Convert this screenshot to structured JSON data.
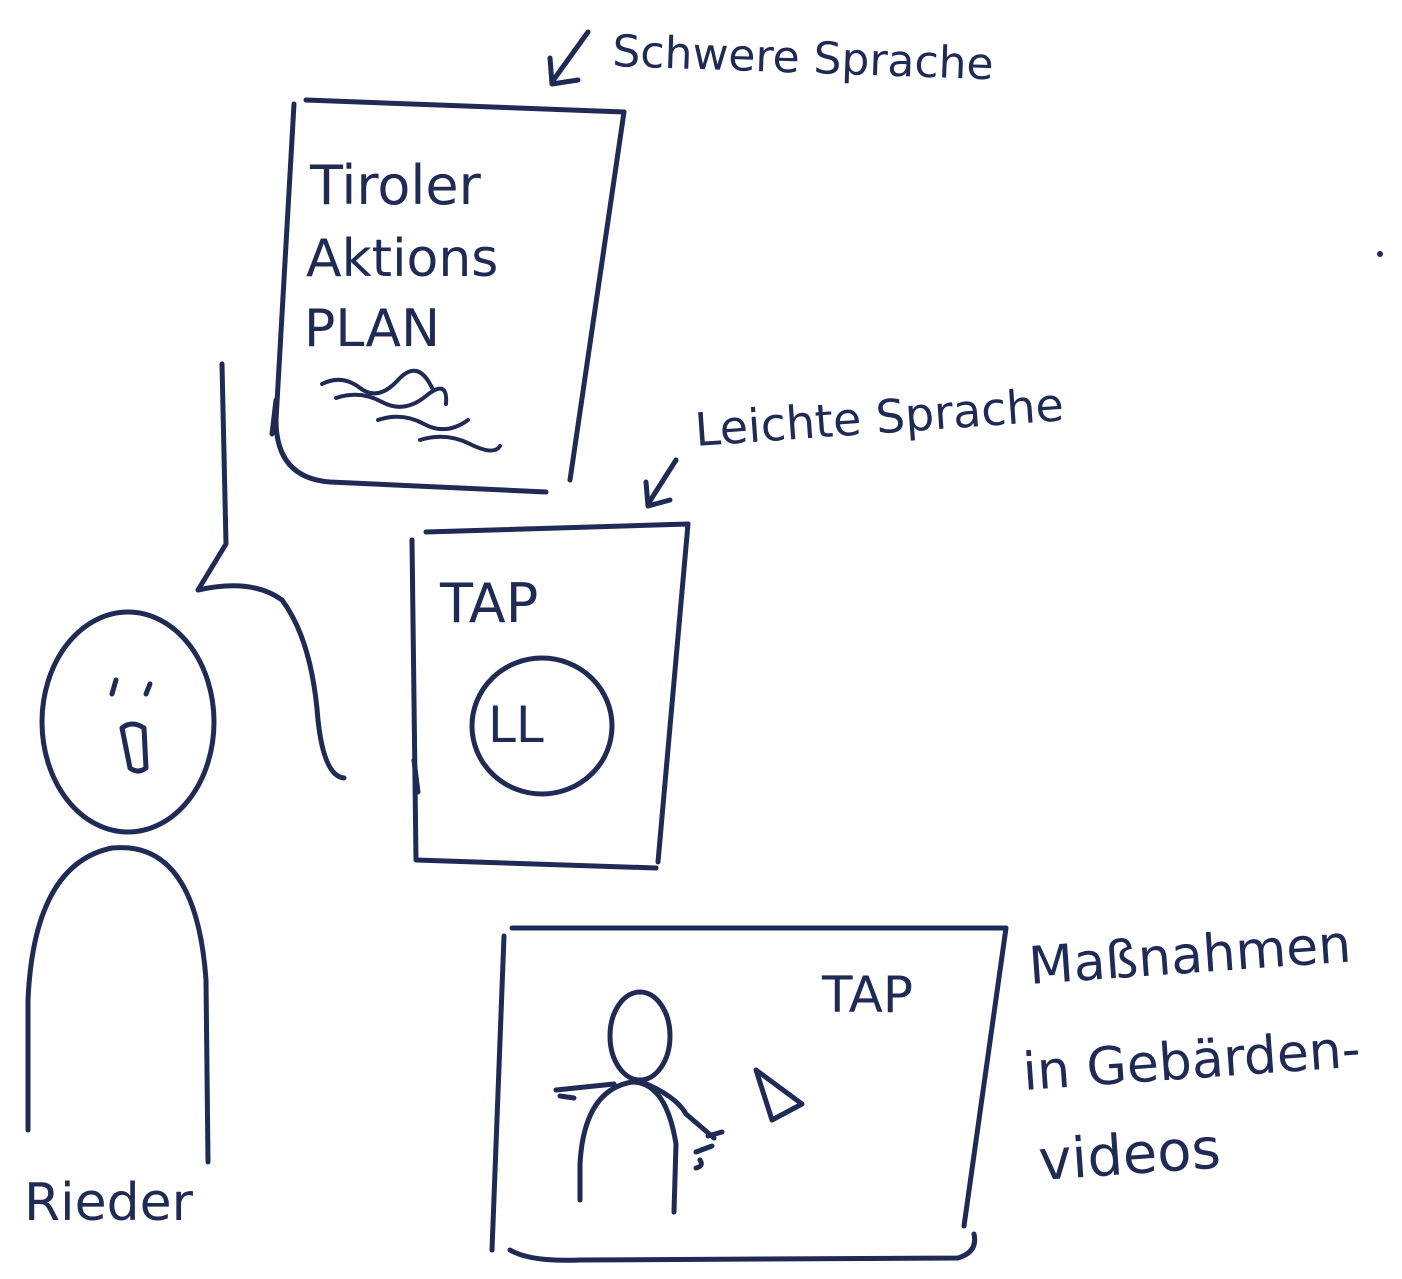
{
  "colors": {
    "ink": "#1f2a55",
    "paper": "#ffffff"
  },
  "labels": {
    "hard_language": "Schwere Sprache",
    "easy_language": "Leichte Sprache",
    "measures_line1": "Maßnahmen",
    "measures_line2": "in Gebärden-",
    "measures_line3": "videos",
    "person_name": "Rieder"
  },
  "hard_doc": {
    "line1": "Tiroler",
    "line2": "Aktions",
    "line3": "PLAN"
  },
  "easy_doc": {
    "title": "TAP",
    "badge": "LL"
  },
  "video": {
    "title": "TAP"
  },
  "icons": {
    "arrow_hard": "arrow-down-left-icon",
    "arrow_easy": "arrow-down-left-icon",
    "play": "play-icon",
    "signer": "person-signing-icon",
    "person": "person-figure-icon",
    "speech": "speech-bubble-icon"
  }
}
